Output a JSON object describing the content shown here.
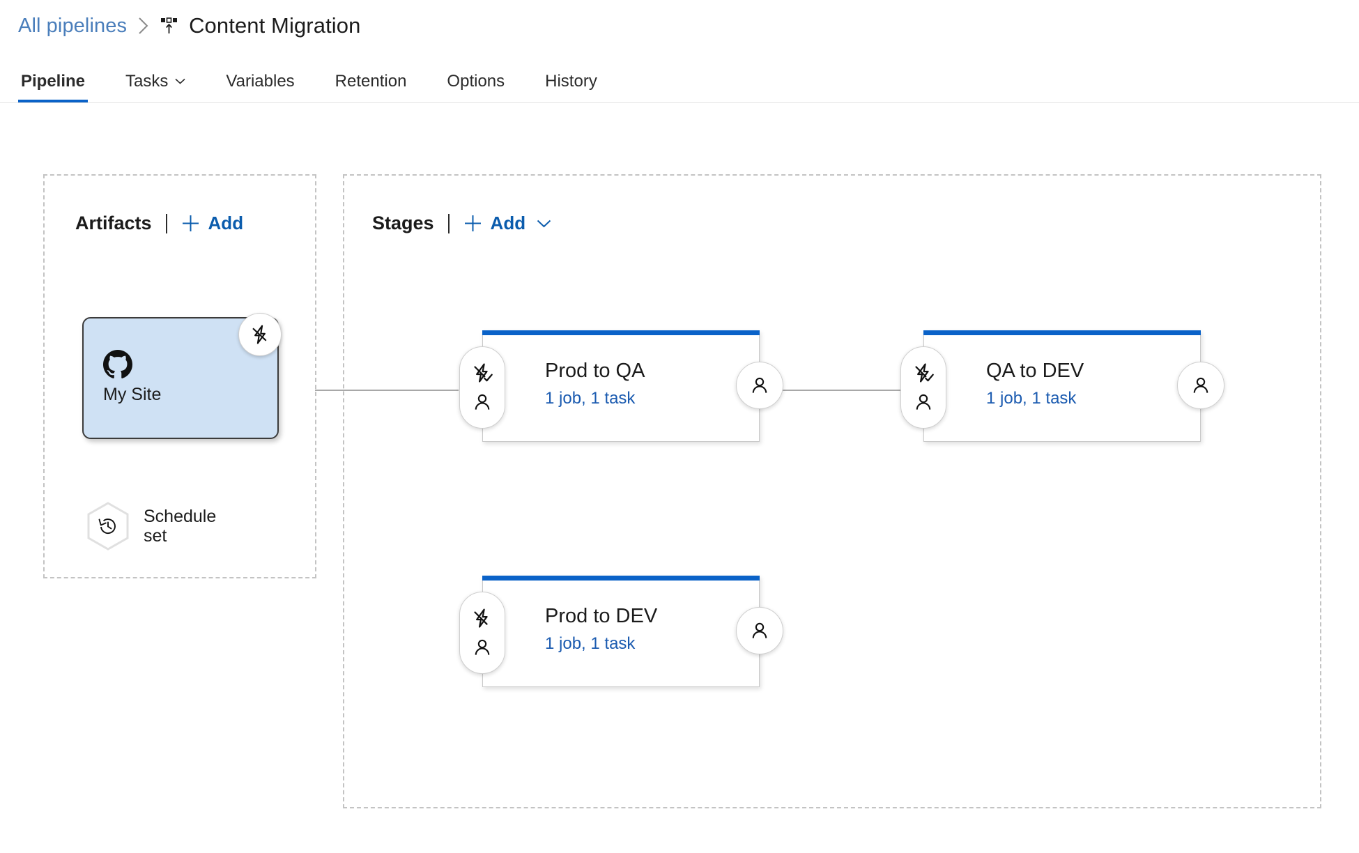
{
  "breadcrumb": {
    "parent_label": "All pipelines",
    "separator": "›",
    "icon": "release-pipeline-icon",
    "title": "Content Migration"
  },
  "tabs": [
    {
      "label": "Pipeline",
      "active": true,
      "has_chevron": false
    },
    {
      "label": "Tasks",
      "active": false,
      "has_chevron": true
    },
    {
      "label": "Variables",
      "active": false,
      "has_chevron": false
    },
    {
      "label": "Retention",
      "active": false,
      "has_chevron": false
    },
    {
      "label": "Options",
      "active": false,
      "has_chevron": false
    },
    {
      "label": "History",
      "active": false,
      "has_chevron": false
    }
  ],
  "artifacts": {
    "title": "Artifacts",
    "divider": "|",
    "add_label": "Add",
    "card": {
      "name": "My Site",
      "source_icon": "github-icon",
      "trigger_icon": "lightning-bolt-icon",
      "fill_color": "#cfe1f4"
    },
    "schedule": {
      "icon": "schedule-clock-icon",
      "label_line1": "Schedule",
      "label_line2": "set"
    }
  },
  "stages": {
    "title": "Stages",
    "divider": "|",
    "add_label": "Add",
    "add_chevron": "chevron-down-icon",
    "items": [
      {
        "name": "Prod to QA",
        "summary": "1 job, 1 task",
        "pre_trigger_icon": "lightning-bolt-check-icon",
        "pre_approval_icon": "person-icon",
        "post_approval_icon": "person-icon",
        "accent_color": "#0a62c8"
      },
      {
        "name": "QA to DEV",
        "summary": "1 job, 1 task",
        "pre_trigger_icon": "lightning-bolt-check-icon",
        "pre_approval_icon": "person-icon",
        "post_approval_icon": "person-icon",
        "accent_color": "#0a62c8"
      },
      {
        "name": "Prod to DEV",
        "summary": "1 job, 1 task",
        "pre_trigger_icon": "lightning-bolt-icon",
        "pre_approval_icon": "person-icon",
        "post_approval_icon": "person-icon",
        "accent_color": "#0a62c8"
      }
    ]
  },
  "colors": {
    "accent_blue": "#0a62c8",
    "link_blue": "#1b5bb0",
    "breadcrumb_blue": "#4a7ebb",
    "artifact_fill": "#cfe1f4",
    "panel_dash": "#c3c3c3",
    "connector": "#a8a8a8"
  }
}
